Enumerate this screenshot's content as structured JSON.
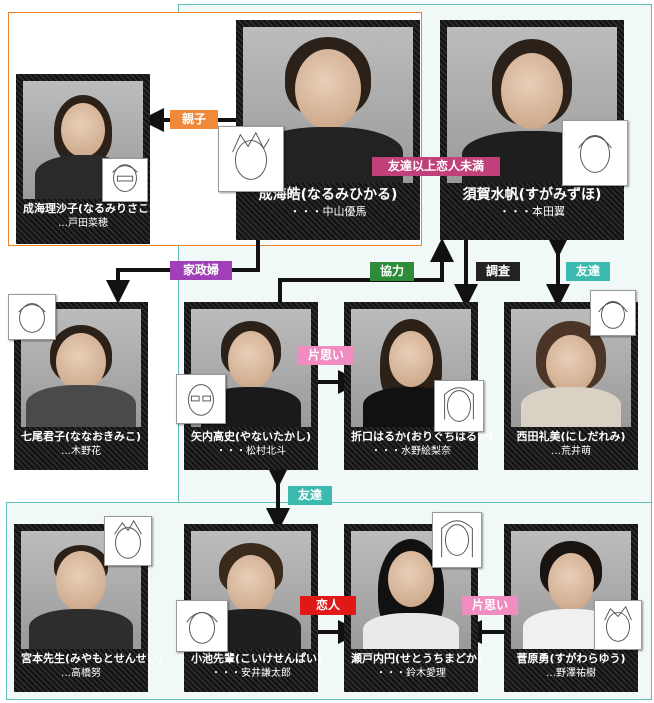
{
  "colors": {
    "orange_frame": "#e8842c",
    "teal_frame": "#5fbfb5",
    "teal_bg": "#eef8f7",
    "tag_oyako": "#f08a3a",
    "tag_kaseifu": "#a03fb8",
    "tag_kyoryoku": "#2e8b3a",
    "tag_chosa": "#222222",
    "tag_tomodachi": "#3cbab0",
    "tag_kataomoi": "#f08cc0",
    "tag_koibito": "#e01818",
    "tag_romance": "#c0407a"
  },
  "people": {
    "naru_risako": {
      "name": "成海理沙子(なるみりさこ)",
      "actor": "…戸田菜穂"
    },
    "naru_hikaru": {
      "name": "成海皓(なるみひかる)",
      "actor": "・・・中山優馬"
    },
    "suga_miho": {
      "name": "須賀水帆(すがみずほ)",
      "actor": "・・・本田翼"
    },
    "nanao_kimiko": {
      "name": "七尾君子(ななおきみこ)",
      "actor": "…木野花"
    },
    "yanai_takashi": {
      "name": "矢内高史(やないたかし)",
      "actor": "・・・松村北斗"
    },
    "origuchi_haruka": {
      "name": "折口はるか(おりぐちはるか)",
      "actor": "・・・水野絵梨奈"
    },
    "nishida_reimi": {
      "name": "西田礼美(にしだれみ)",
      "actor": "…荒井萌"
    },
    "miyamoto_sensei": {
      "name": "宮本先生(みやもとせんせい)",
      "actor": "…高橋努"
    },
    "koike_senpai": {
      "name": "小池先輩(こいけせんぱい)",
      "actor": "・・・安井謙太郎"
    },
    "seto_madoka": {
      "name": "瀬戸内円(せとうちまどか)",
      "actor": "・・・鈴木愛理"
    },
    "sugawara_yu": {
      "name": "菅原勇(すがわらゆう)",
      "actor": "…野澤祐樹"
    }
  },
  "relations": {
    "oyako": "親子",
    "romance": "友達以上恋人未満",
    "kaseifu": "家政婦",
    "kyoryoku": "協力",
    "chosa": "調査",
    "tomodachi_top": "友達",
    "kataomoi_mid": "片思い",
    "tomodachi_mid": "友達",
    "koibito": "恋人",
    "kataomoi_bottom": "片思い"
  }
}
